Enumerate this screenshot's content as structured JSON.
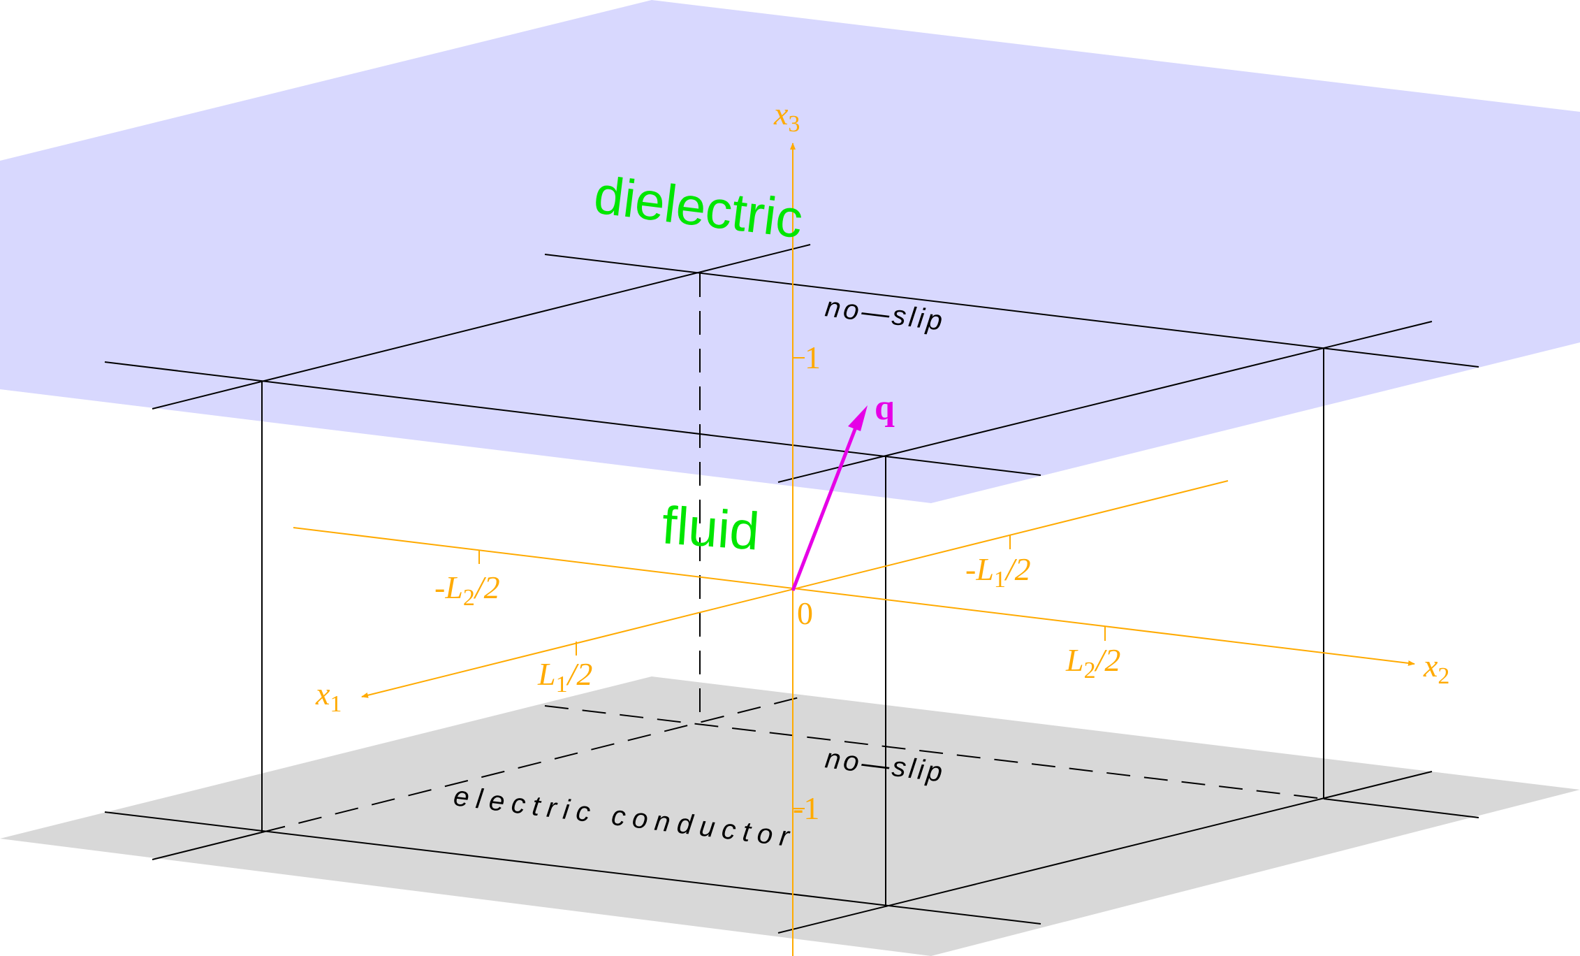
{
  "colors": {
    "dielectric_plane": "#d8d8fe",
    "conductor_plane": "#d8d8d8",
    "axis": "#ffaa00",
    "vector": "#e600e6",
    "region_text": "#00e600",
    "edge": "#000000"
  },
  "labels": {
    "dielectric": "dielectric",
    "fluid": "fluid",
    "no_slip_top": "no—slip",
    "no_slip_bottom": "no—slip",
    "electric_conductor": "electric conductor"
  },
  "axes": {
    "x1": {
      "letter": "x",
      "sub": "1"
    },
    "x2": {
      "letter": "x",
      "sub": "2"
    },
    "x3": {
      "letter": "x",
      "sub": "3"
    },
    "origin": "0",
    "ticks": {
      "x3_top": "1",
      "x3_bottom": "-1",
      "neg_l2": {
        "prefix": "-L",
        "sub": "2",
        "suffix": "/2"
      },
      "neg_l1": {
        "prefix": "-L",
        "sub": "1",
        "suffix": "/2"
      },
      "pos_l1": {
        "prefix": "L",
        "sub": "1",
        "suffix": "/2"
      },
      "pos_l2": {
        "prefix": "L",
        "sub": "2",
        "suffix": "/2"
      }
    }
  },
  "vector": {
    "label": "q"
  }
}
